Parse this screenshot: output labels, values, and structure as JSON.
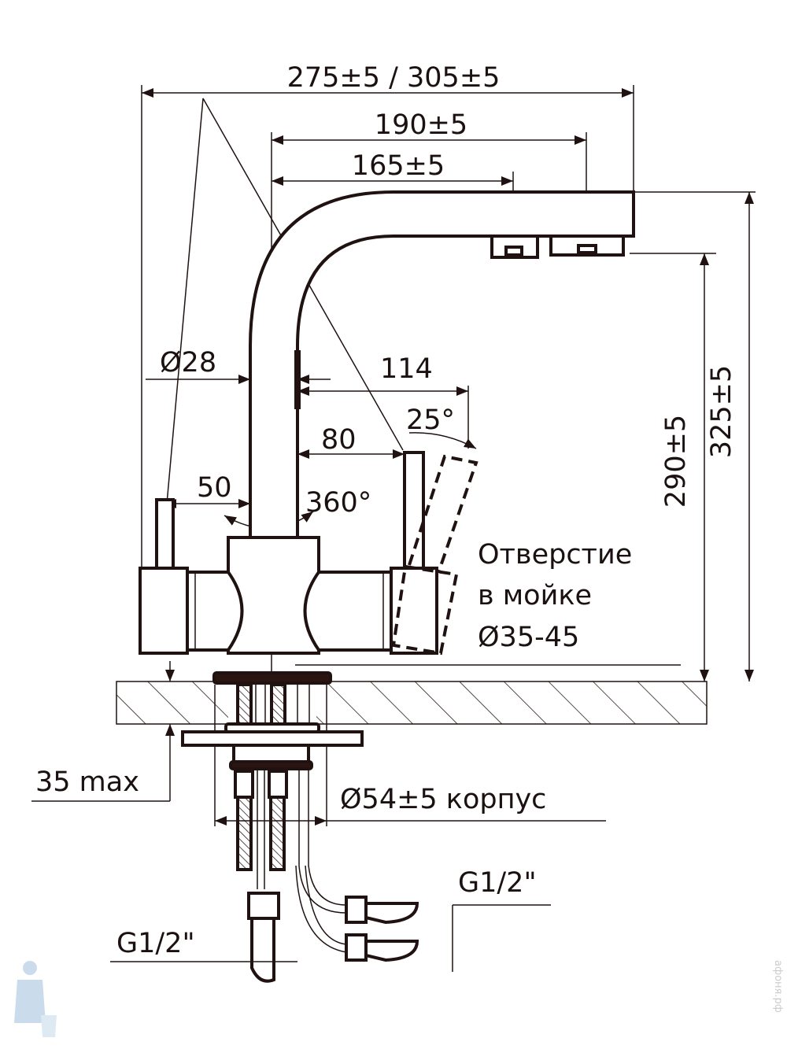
{
  "dimensions": {
    "total_length": "275±5 / 305±5",
    "spout_reach_far": "190±5",
    "spout_reach_near": "165±5",
    "tube_diameter": "Ø28",
    "handle_reach": "114",
    "handle_angle": "25°",
    "handle_offset": "80",
    "left_handle_offset": "50",
    "rotation": "360°",
    "outlet_height": "290±5",
    "total_height": "325±5",
    "counter_thickness": "35 max",
    "body_diameter": "Ø54±5 корпус",
    "thread_right": "G1/2\"",
    "thread_left": "G1/2\""
  },
  "note": {
    "line1": "Отверстие",
    "line2": "в мойке",
    "line3": "Ø35-45"
  },
  "watermark": "афоня.рф"
}
